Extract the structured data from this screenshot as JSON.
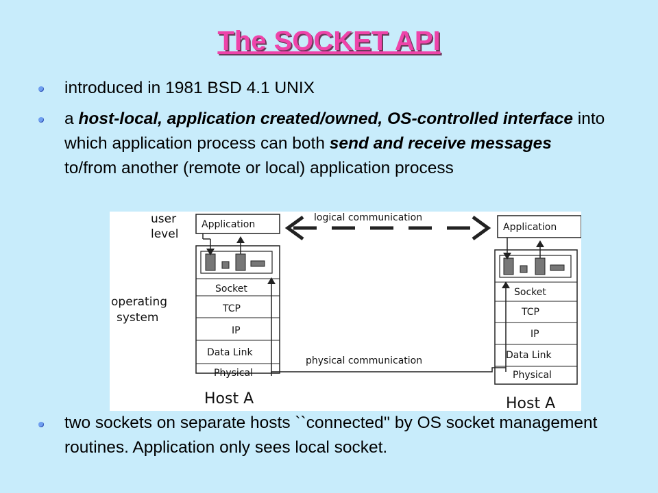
{
  "slide": {
    "title": "The SOCKET API",
    "bullet1": "introduced in 1981 BSD 4.1 UNIX",
    "bullet2": {
      "p1": "a ",
      "b1": "host-local, application created/owned, OS-controlled interface",
      "p2": " into which application process can both ",
      "b2": "send and receive messages",
      "p3": " to/from another (remote or local) application process"
    },
    "bullet3": "two sockets on separate hosts ``connected'' by OS socket management routines. Application only sees local socket."
  },
  "diagram": {
    "level_user": [
      "user",
      "level"
    ],
    "level_os": [
      "operating",
      "system"
    ],
    "logical": "logical communication",
    "physical_comm": "physical communication",
    "left_host": {
      "layers": [
        "Application",
        "Socket",
        "TCP",
        "IP",
        "Data Link",
        "Physical"
      ],
      "name": "Host A"
    },
    "right_host": {
      "layers": [
        "Application",
        "Socket",
        "TCP",
        "IP",
        "Data Link",
        "Physical"
      ],
      "name": "Host A"
    }
  }
}
